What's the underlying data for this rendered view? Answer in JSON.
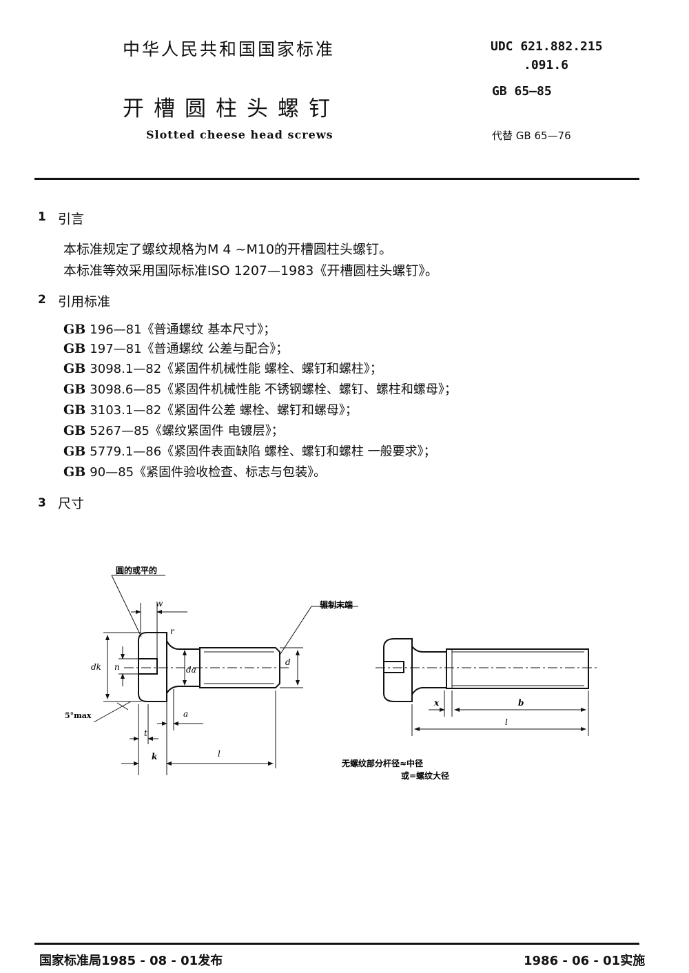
{
  "header": {
    "organization": "中华人民共和国国家标准",
    "title_cn": "开槽圆柱头螺钉",
    "title_en": "Slotted cheese head screws",
    "udc_line1": "UDC 621.882.215",
    "udc_line2": ".091.6",
    "standard_number": "GB 65—85",
    "replaces": "代替 GB 65—76"
  },
  "sections": [
    {
      "number": "1",
      "title": "引言",
      "paragraphs": [
        "本标准规定了螺纹规格为M 4 ~M10的开槽圆柱头螺钉。",
        "本标准等效采用国际标准ISO  1207—1983《开槽圆柱头螺钉》。"
      ]
    },
    {
      "number": "2",
      "title": "引用标准",
      "references": [
        {
          "code": "GB",
          "text": "196—81《普通螺纹   基本尺寸》；"
        },
        {
          "code": "GB",
          "text": "197—81《普通螺纹   公差与配合》；"
        },
        {
          "code": "GB",
          "text": "3098.1—82《紧固件机械性能   螺栓、螺钉和螺柱》；"
        },
        {
          "code": "GB",
          "text": "3098.6—85《紧固件机械性能   不锈钢螺栓、螺钉、螺柱和螺母》；"
        },
        {
          "code": "GB",
          "text": "3103.1—82《紧固件公差   螺栓、螺钉和螺母》；"
        },
        {
          "code": "GB",
          "text": "5267—85《螺纹紧固件   电镀层》；"
        },
        {
          "code": "GB",
          "text": "5779.1—86《紧固件表面缺陷   螺栓、螺钉和螺柱   一般要求》；"
        },
        {
          "code": "GB",
          "text": "90—85《紧固件验收检查、标志与包装》。"
        }
      ]
    },
    {
      "number": "3",
      "title": "尺寸"
    }
  ],
  "figure": {
    "label_round_or_flat": "圆的或平的",
    "label_rolled_end": "辗制末端",
    "label_w": "w",
    "label_r": "r",
    "label_dk": "dk",
    "label_n": "n",
    "label_da": "da",
    "label_d": "d",
    "label_angle": "5°max",
    "label_a": "a",
    "label_t": "t",
    "label_k": "k",
    "label_l": "l",
    "label_x": "x",
    "label_b": "b",
    "label_l2": "l",
    "note_line1": "无螺纹部分杆径≈中径",
    "note_line2": "或=螺纹大径"
  },
  "footer": {
    "issued": "国家标准局1985 - 08 - 01发布",
    "effective": "1986 - 06 - 01实施"
  }
}
